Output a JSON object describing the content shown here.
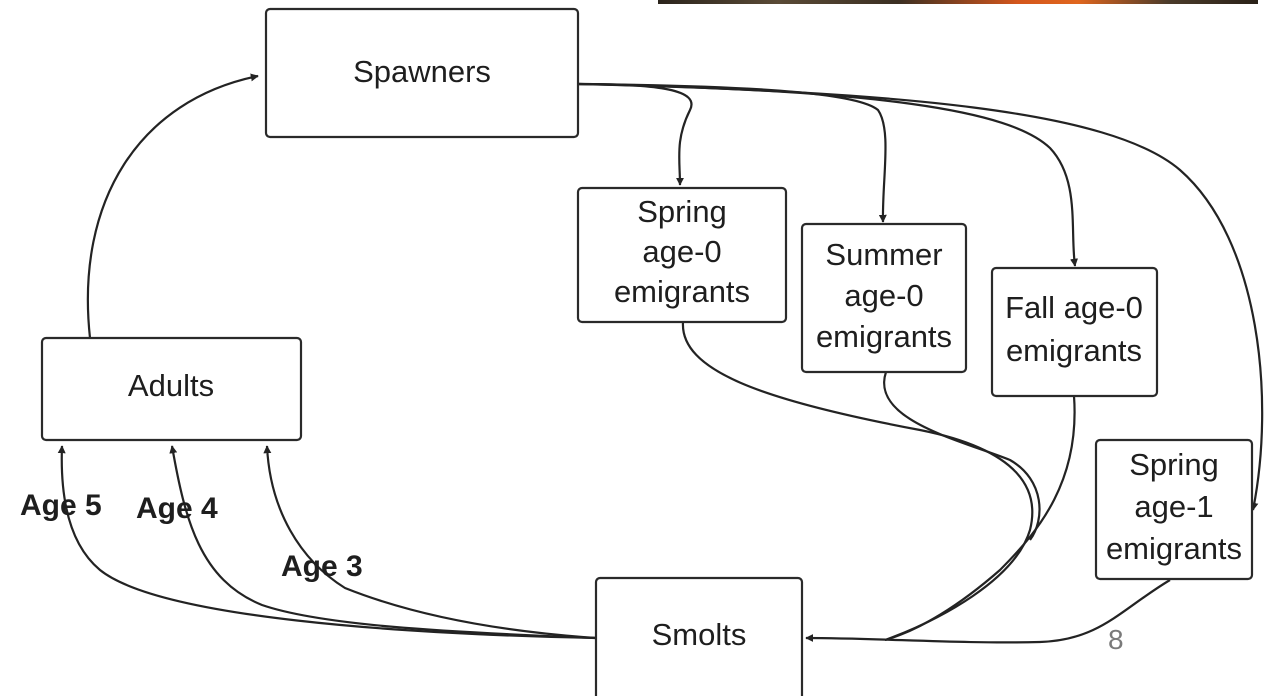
{
  "nodes": {
    "spawners": "Spawners",
    "spring_age0": [
      "Spring",
      "age-0",
      "emigrants"
    ],
    "summer_age0": [
      "Summer",
      "age-0",
      "emigrants"
    ],
    "fall_age0": [
      "Fall age-0",
      "emigrants"
    ],
    "spring_age1": [
      "Spring",
      "age-1",
      "emigrants"
    ],
    "smolts": "Smolts",
    "adults": "Adults"
  },
  "age_labels": {
    "age5": "Age 5",
    "age4": "Age 4",
    "age3": "Age 3"
  },
  "page_number": "8",
  "colors": {
    "line": "#232323",
    "box_border": "#2a2a2a",
    "text": "#1e1e1e",
    "page_number": "#7a7a7a"
  }
}
